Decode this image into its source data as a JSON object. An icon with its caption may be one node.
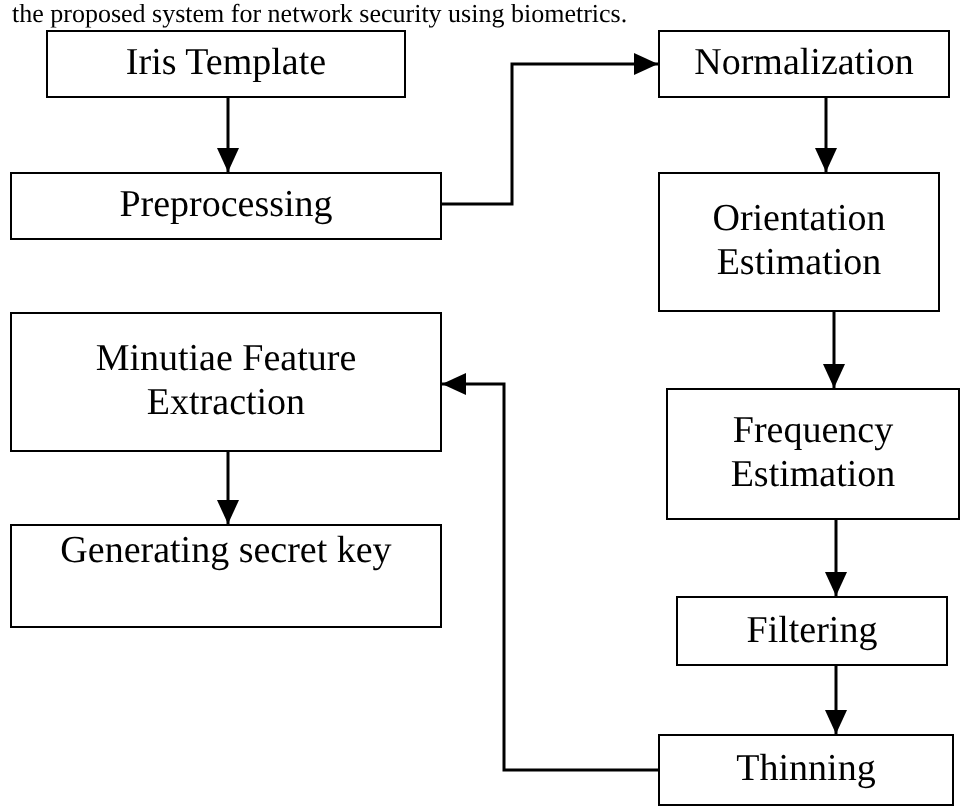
{
  "diagram": {
    "nodes": [
      {
        "text": [
          "Iris Template"
        ]
      },
      {
        "text": [
          "Preprocessing"
        ]
      },
      {
        "text": [
          "Normalization"
        ]
      },
      {
        "text": [
          "Orientation Estimation"
        ]
      },
      {
        "text": [
          "Frequency Estimation"
        ]
      },
      {
        "text": [
          "Filtering"
        ]
      },
      {
        "text": [
          "Thinning"
        ]
      },
      {
        "text": [
          "Minutiae Feature Extraction"
        ]
      },
      {
        "text": [
          "Generating secret key"
        ]
      }
    ],
    "edges": [
      {
        "from": 0,
        "to": 1,
        "arrow": "to"
      },
      {
        "from": 1,
        "to": 2,
        "arrow": "to"
      },
      {
        "from": 2,
        "to": 3,
        "arrow": "to"
      },
      {
        "from": 3,
        "to": 4,
        "arrow": "to"
      },
      {
        "from": 4,
        "to": 5,
        "arrow": "to"
      },
      {
        "from": 5,
        "to": 6,
        "arrow": "to"
      },
      {
        "from": 6,
        "to": 7,
        "arrow": "to"
      },
      {
        "from": 7,
        "to": 8,
        "arrow": "to"
      }
    ],
    "labels": [
      "the proposed system for network security using biometrics."
    ]
  }
}
